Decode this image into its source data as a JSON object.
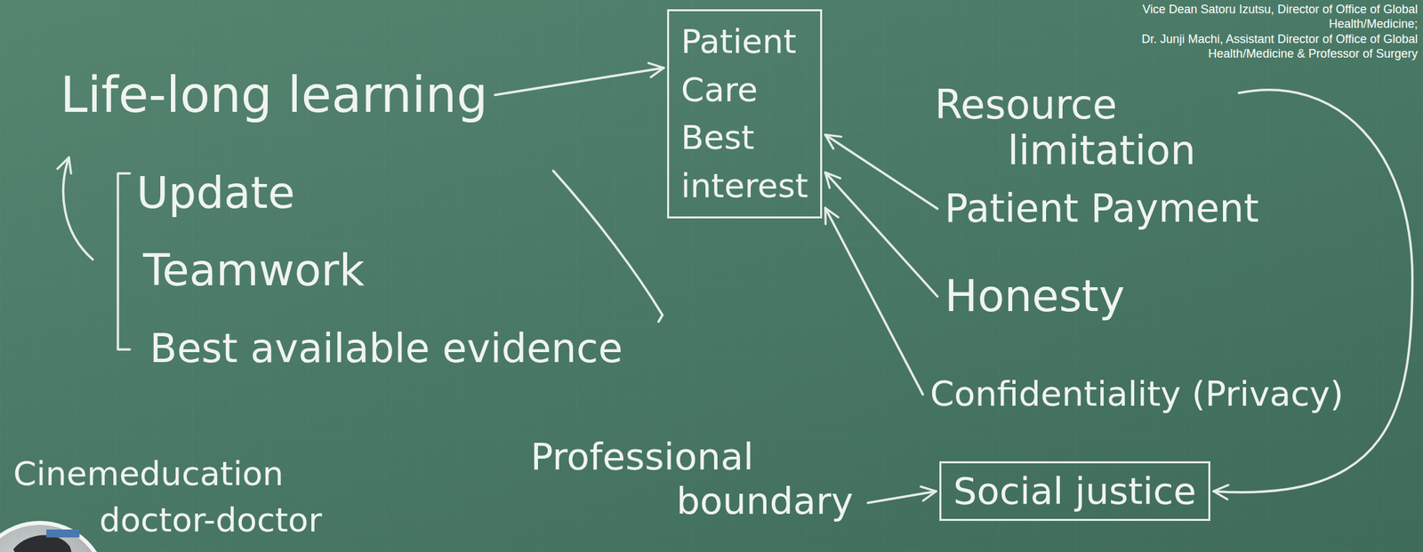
{
  "diagram": {
    "nodes": [
      {
        "text": [
          "Life-long learning"
        ]
      },
      {
        "text": [
          "Patient Care Best interest"
        ]
      },
      {
        "text": [
          "Resource limitation"
        ]
      },
      {
        "text": [
          "Update"
        ]
      },
      {
        "text": [
          "Patient Payment"
        ]
      },
      {
        "text": [
          "Teamwork"
        ]
      },
      {
        "text": [
          "Honesty"
        ]
      },
      {
        "text": [
          "Best available evidence"
        ]
      },
      {
        "text": [
          "Confidentiality (Privacy)"
        ]
      },
      {
        "text": [
          "Professional boundary"
        ]
      },
      {
        "text": [
          "Social justice"
        ]
      }
    ],
    "edges": [
      {
        "from": 0,
        "to": 1,
        "arrow": "to"
      },
      {
        "from": 4,
        "to": 1,
        "arrow": "to"
      },
      {
        "from": 6,
        "to": 1,
        "arrow": "to"
      },
      {
        "from": 8,
        "to": 1,
        "arrow": "to"
      },
      {
        "from": 2,
        "to": 10,
        "arrow": "to"
      },
      {
        "from": 9,
        "to": 10,
        "arrow": "to"
      }
    ],
    "labels": [
      "Vice Dean Satoru Izutsu, Director of Office of Global Health/Medicine;",
      "Dr. Junji Machi, Assistant Director of Office of Global Health/Medicine & Professor of Surgery",
      "Cinemeducation",
      "doctor-doctor"
    ]
  }
}
